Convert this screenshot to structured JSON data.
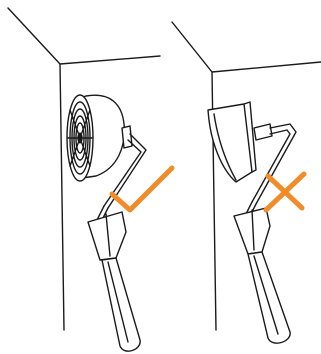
{
  "illustration": {
    "panels": [
      {
        "id": "correct",
        "mark_icon": "check-mark-icon",
        "mark_color": "#F28C28",
        "meaning": "correct"
      },
      {
        "id": "incorrect",
        "mark_icon": "cross-mark-icon",
        "mark_color": "#F28C28",
        "meaning": "incorrect"
      }
    ],
    "ink_color": "#1a1a1a",
    "background": "#ffffff"
  }
}
